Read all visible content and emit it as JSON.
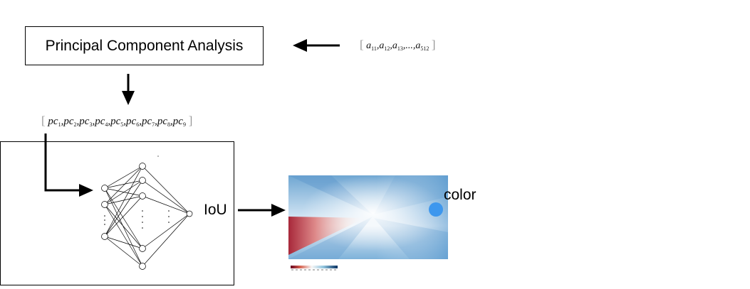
{
  "pca": {
    "title": "Principal Component Analysis"
  },
  "input_vector": {
    "open": "[",
    "close": "]",
    "terms": [
      {
        "base": "a",
        "sub": "11"
      },
      {
        "base": "a",
        "sub": "12"
      },
      {
        "base": "a",
        "sub": "13"
      },
      {
        "base": "...",
        "sub": ""
      },
      {
        "base": "a",
        "sub": "512"
      }
    ]
  },
  "pc_vector": {
    "open": "[",
    "close": "]",
    "terms": [
      {
        "base": "pc",
        "sub": "1"
      },
      {
        "base": "pc",
        "sub": "2"
      },
      {
        "base": "pc",
        "sub": "3"
      },
      {
        "base": "pc",
        "sub": "4"
      },
      {
        "base": "pc",
        "sub": "5"
      },
      {
        "base": "pc",
        "sub": "6"
      },
      {
        "base": "pc",
        "sub": "7"
      },
      {
        "base": "pc",
        "sub": "8"
      },
      {
        "base": "pc",
        "sub": "9"
      }
    ]
  },
  "labels": {
    "iou": "IoU",
    "color": "color"
  },
  "colors": {
    "marker": "#3d97ee",
    "heat_red": "#b2182b",
    "heat_blue": "#2166ac",
    "line": "#000000"
  }
}
